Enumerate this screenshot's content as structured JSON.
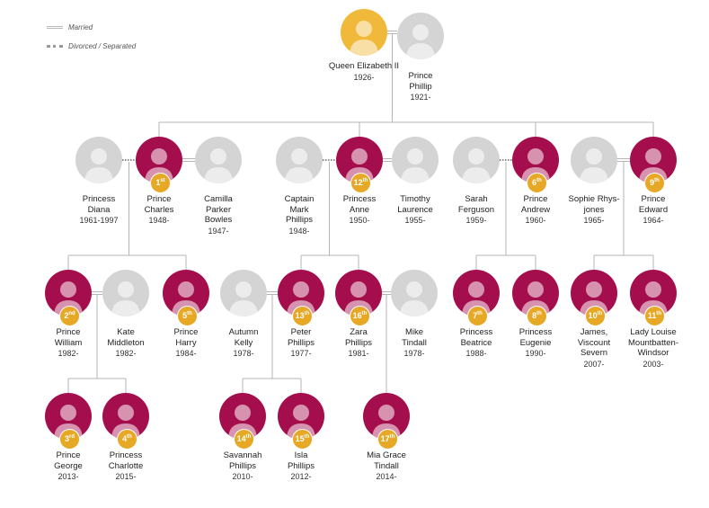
{
  "legend": {
    "married": "Married",
    "divorced": "Divorced / Separated"
  },
  "people": [
    {
      "id": "elizabeth",
      "name": "Queen Elizabeth II",
      "years": "1926-",
      "rank": "",
      "kind": "monarch"
    },
    {
      "id": "phillip",
      "name": "Prince Phillip",
      "years": "1921-",
      "rank": "",
      "kind": "other"
    },
    {
      "id": "diana",
      "name": "Princess Diana",
      "years": "1961-1997",
      "rank": "",
      "kind": "other"
    },
    {
      "id": "charles",
      "name": "Prince Charles",
      "years": "1948-",
      "rank": "1st",
      "kind": "line"
    },
    {
      "id": "camilla",
      "name": "Camilla Parker Bowles",
      "years": "1947-",
      "rank": "",
      "kind": "other"
    },
    {
      "id": "mark",
      "name": "Captain Mark Phillips",
      "years": "1948-",
      "rank": "",
      "kind": "other"
    },
    {
      "id": "anne",
      "name": "Princess Anne",
      "years": "1950-",
      "rank": "12th",
      "kind": "line"
    },
    {
      "id": "timothy",
      "name": "Timothy Laurence",
      "years": "1955-",
      "rank": "",
      "kind": "other"
    },
    {
      "id": "sarah",
      "name": "Sarah Ferguson",
      "years": "1959-",
      "rank": "",
      "kind": "other"
    },
    {
      "id": "andrew",
      "name": "Prince Andrew",
      "years": "1960-",
      "rank": "6th",
      "kind": "line"
    },
    {
      "id": "sophie",
      "name": "Sophie Rhys-jones",
      "years": "1965-",
      "rank": "",
      "kind": "other"
    },
    {
      "id": "edward",
      "name": "Prince Edward",
      "years": "1964-",
      "rank": "9th",
      "kind": "line"
    },
    {
      "id": "william",
      "name": "Prince William",
      "years": "1982-",
      "rank": "2nd",
      "kind": "line"
    },
    {
      "id": "kate",
      "name": "Kate Middleton",
      "years": "1982-",
      "rank": "",
      "kind": "other"
    },
    {
      "id": "harry",
      "name": "Prince Harry",
      "years": "1984-",
      "rank": "5th",
      "kind": "line"
    },
    {
      "id": "autumn",
      "name": "Autumn Kelly",
      "years": "1978-",
      "rank": "",
      "kind": "other"
    },
    {
      "id": "peter",
      "name": "Peter Phillips",
      "years": "1977-",
      "rank": "13th",
      "kind": "line"
    },
    {
      "id": "zara",
      "name": "Zara Phillips",
      "years": "1981-",
      "rank": "16th",
      "kind": "line"
    },
    {
      "id": "mike",
      "name": "Mike Tindall",
      "years": "1978-",
      "rank": "",
      "kind": "other"
    },
    {
      "id": "beatrice",
      "name": "Princess Beatrice",
      "years": "1988-",
      "rank": "7th",
      "kind": "line"
    },
    {
      "id": "eugenie",
      "name": "Princess Eugenie",
      "years": "1990-",
      "rank": "8th",
      "kind": "line"
    },
    {
      "id": "james",
      "name": "James, Viscount Severn",
      "years": "2007-",
      "rank": "10th",
      "kind": "line"
    },
    {
      "id": "louise",
      "name": "Lady Louise Mountbatten-Windsor",
      "years": "2003-",
      "rank": "11th",
      "kind": "line"
    },
    {
      "id": "george",
      "name": "Prince George",
      "years": "2013-",
      "rank": "3rd",
      "kind": "line"
    },
    {
      "id": "charlotte",
      "name": "Princess Charlotte",
      "years": "2015-",
      "rank": "4th",
      "kind": "line"
    },
    {
      "id": "savannah",
      "name": "Savannah Phillips",
      "years": "2010-",
      "rank": "14th",
      "kind": "line"
    },
    {
      "id": "isla",
      "name": "Isla Phillips",
      "years": "2012-",
      "rank": "15th",
      "kind": "line"
    },
    {
      "id": "miagrace",
      "name": "Mia Grace Tindall",
      "years": "2014-",
      "rank": "17th",
      "kind": "line"
    }
  ],
  "couples": [
    {
      "a": "elizabeth",
      "b": "phillip",
      "status": "married"
    },
    {
      "a": "diana",
      "b": "charles",
      "status": "divorced"
    },
    {
      "a": "charles",
      "b": "camilla",
      "status": "married"
    },
    {
      "a": "mark",
      "b": "anne",
      "status": "divorced"
    },
    {
      "a": "anne",
      "b": "timothy",
      "status": "married"
    },
    {
      "a": "sarah",
      "b": "andrew",
      "status": "divorced"
    },
    {
      "a": "sophie",
      "b": "edward",
      "status": "married"
    },
    {
      "a": "william",
      "b": "kate",
      "status": "married"
    },
    {
      "a": "autumn",
      "b": "peter",
      "status": "married"
    },
    {
      "a": "zara",
      "b": "mike",
      "status": "married"
    }
  ],
  "families": [
    {
      "parents": [
        "elizabeth",
        "phillip"
      ],
      "children": [
        "charles",
        "anne",
        "andrew",
        "edward"
      ]
    },
    {
      "parents": [
        "diana",
        "charles"
      ],
      "children": [
        "william",
        "harry"
      ]
    },
    {
      "parents": [
        "mark",
        "anne"
      ],
      "children": [
        "peter",
        "zara"
      ]
    },
    {
      "parents": [
        "sarah",
        "andrew"
      ],
      "children": [
        "beatrice",
        "eugenie"
      ]
    },
    {
      "parents": [
        "sophie",
        "edward"
      ],
      "children": [
        "james",
        "louise"
      ]
    },
    {
      "parents": [
        "william",
        "kate"
      ],
      "children": [
        "george",
        "charlotte"
      ]
    },
    {
      "parents": [
        "autumn",
        "peter"
      ],
      "children": [
        "savannah",
        "isla"
      ]
    },
    {
      "parents": [
        "zara",
        "mike"
      ],
      "children": [
        "miagrace"
      ]
    }
  ]
}
